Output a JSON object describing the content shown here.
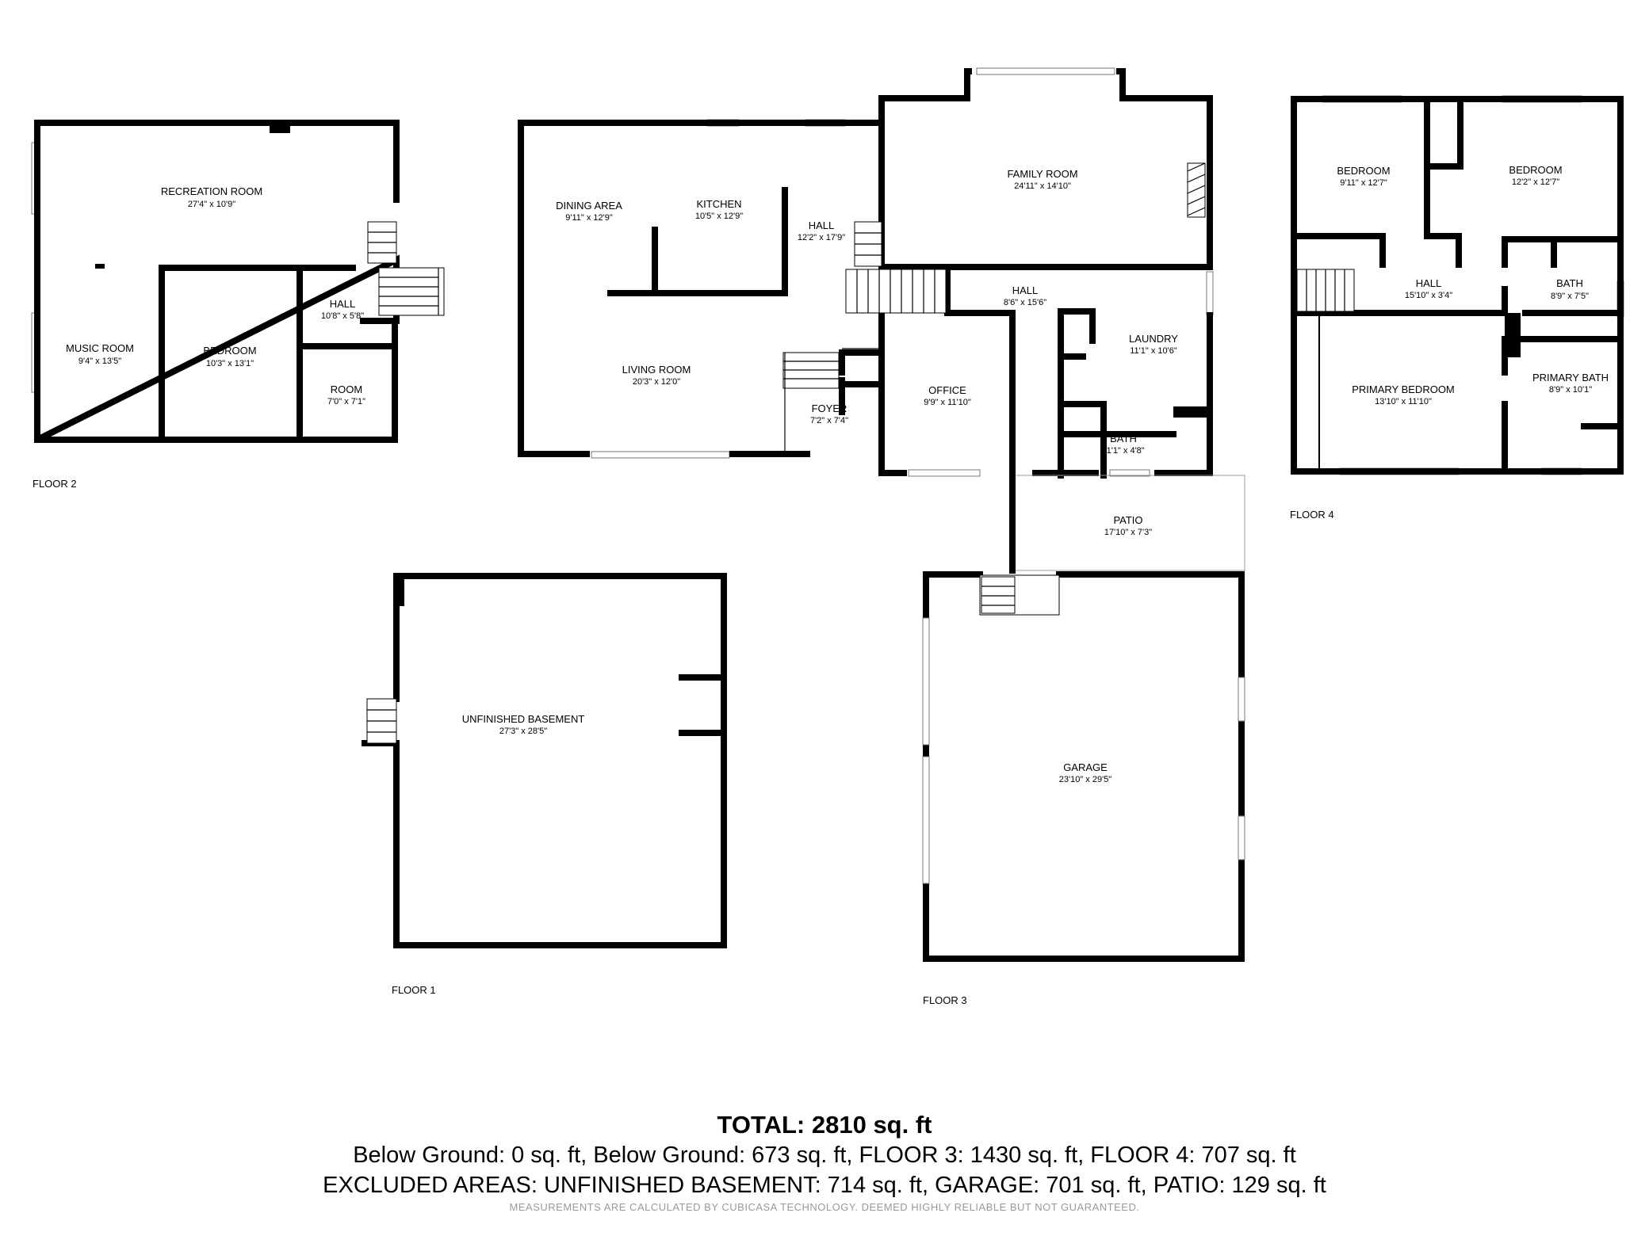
{
  "rooms": {
    "recreation_room": {
      "name": "RECREATION ROOM",
      "dim": "27'4\" x 10'9\""
    },
    "music_room": {
      "name": "MUSIC ROOM",
      "dim": "9'4\" x 13'5\""
    },
    "bedroom_f2": {
      "name": "BEDROOM",
      "dim": "10'3\" x 13'1\""
    },
    "hall_f2": {
      "name": "HALL",
      "dim": "10'8\" x 5'8\""
    },
    "room_f2": {
      "name": "ROOM",
      "dim": "7'0\" x 7'1\""
    },
    "dining_area": {
      "name": "DINING AREA",
      "dim": "9'11\" x 12'9\""
    },
    "kitchen": {
      "name": "KITCHEN",
      "dim": "10'5\" x 12'9\""
    },
    "hall_main": {
      "name": "HALL",
      "dim": "12'2\" x 17'9\""
    },
    "living_room": {
      "name": "LIVING ROOM",
      "dim": "20'3\" x 12'0\""
    },
    "foyer": {
      "name": "FOYER",
      "dim": "7'2\" x 7'4\""
    },
    "family_room": {
      "name": "FAMILY ROOM",
      "dim": "24'11\" x 14'10\""
    },
    "hall_f3": {
      "name": "HALL",
      "dim": "8'6\" x 15'6\""
    },
    "office": {
      "name": "OFFICE",
      "dim": "9'9\" x 11'10\""
    },
    "laundry": {
      "name": "LAUNDRY",
      "dim": "11'1\" x 10'6\""
    },
    "bath_f3": {
      "name": "BATH",
      "dim": "11'1\" x 4'8\""
    },
    "patio": {
      "name": "PATIO",
      "dim": "17'10\" x 7'3\""
    },
    "garage": {
      "name": "GARAGE",
      "dim": "23'10\" x 29'5\""
    },
    "unfinished_basement": {
      "name": "UNFINISHED BASEMENT",
      "dim": "27'3\" x 28'5\""
    },
    "bedroom_f4_a": {
      "name": "BEDROOM",
      "dim": "9'11\" x 12'7\""
    },
    "bedroom_f4_b": {
      "name": "BEDROOM",
      "dim": "12'2\" x 12'7\""
    },
    "hall_f4": {
      "name": "HALL",
      "dim": "15'10\" x 3'4\""
    },
    "bath_f4": {
      "name": "BATH",
      "dim": "8'9\" x 7'5\""
    },
    "primary_bedroom": {
      "name": "PRIMARY BEDROOM",
      "dim": "13'10\" x 11'10\""
    },
    "primary_bath": {
      "name": "PRIMARY BATH",
      "dim": "8'9\" x 10'1\""
    }
  },
  "floors": {
    "floor1": "FLOOR 1",
    "floor2": "FLOOR 2",
    "floor3": "FLOOR 3",
    "floor4": "FLOOR 4"
  },
  "summary": {
    "total": "TOTAL: 2810 sq. ft",
    "line1": "Below Ground: 0 sq. ft, Below Ground: 673 sq. ft, FLOOR 3: 1430 sq. ft, FLOOR 4: 707 sq. ft",
    "line2": "EXCLUDED AREAS: UNFINISHED BASEMENT: 714 sq. ft, GARAGE: 701 sq. ft, PATIO: 129 sq. ft",
    "disclaimer": "MEASUREMENTS ARE CALCULATED BY CUBICASA TECHNOLOGY. DEEMED HIGHLY RELIABLE BUT NOT GUARANTEED."
  }
}
